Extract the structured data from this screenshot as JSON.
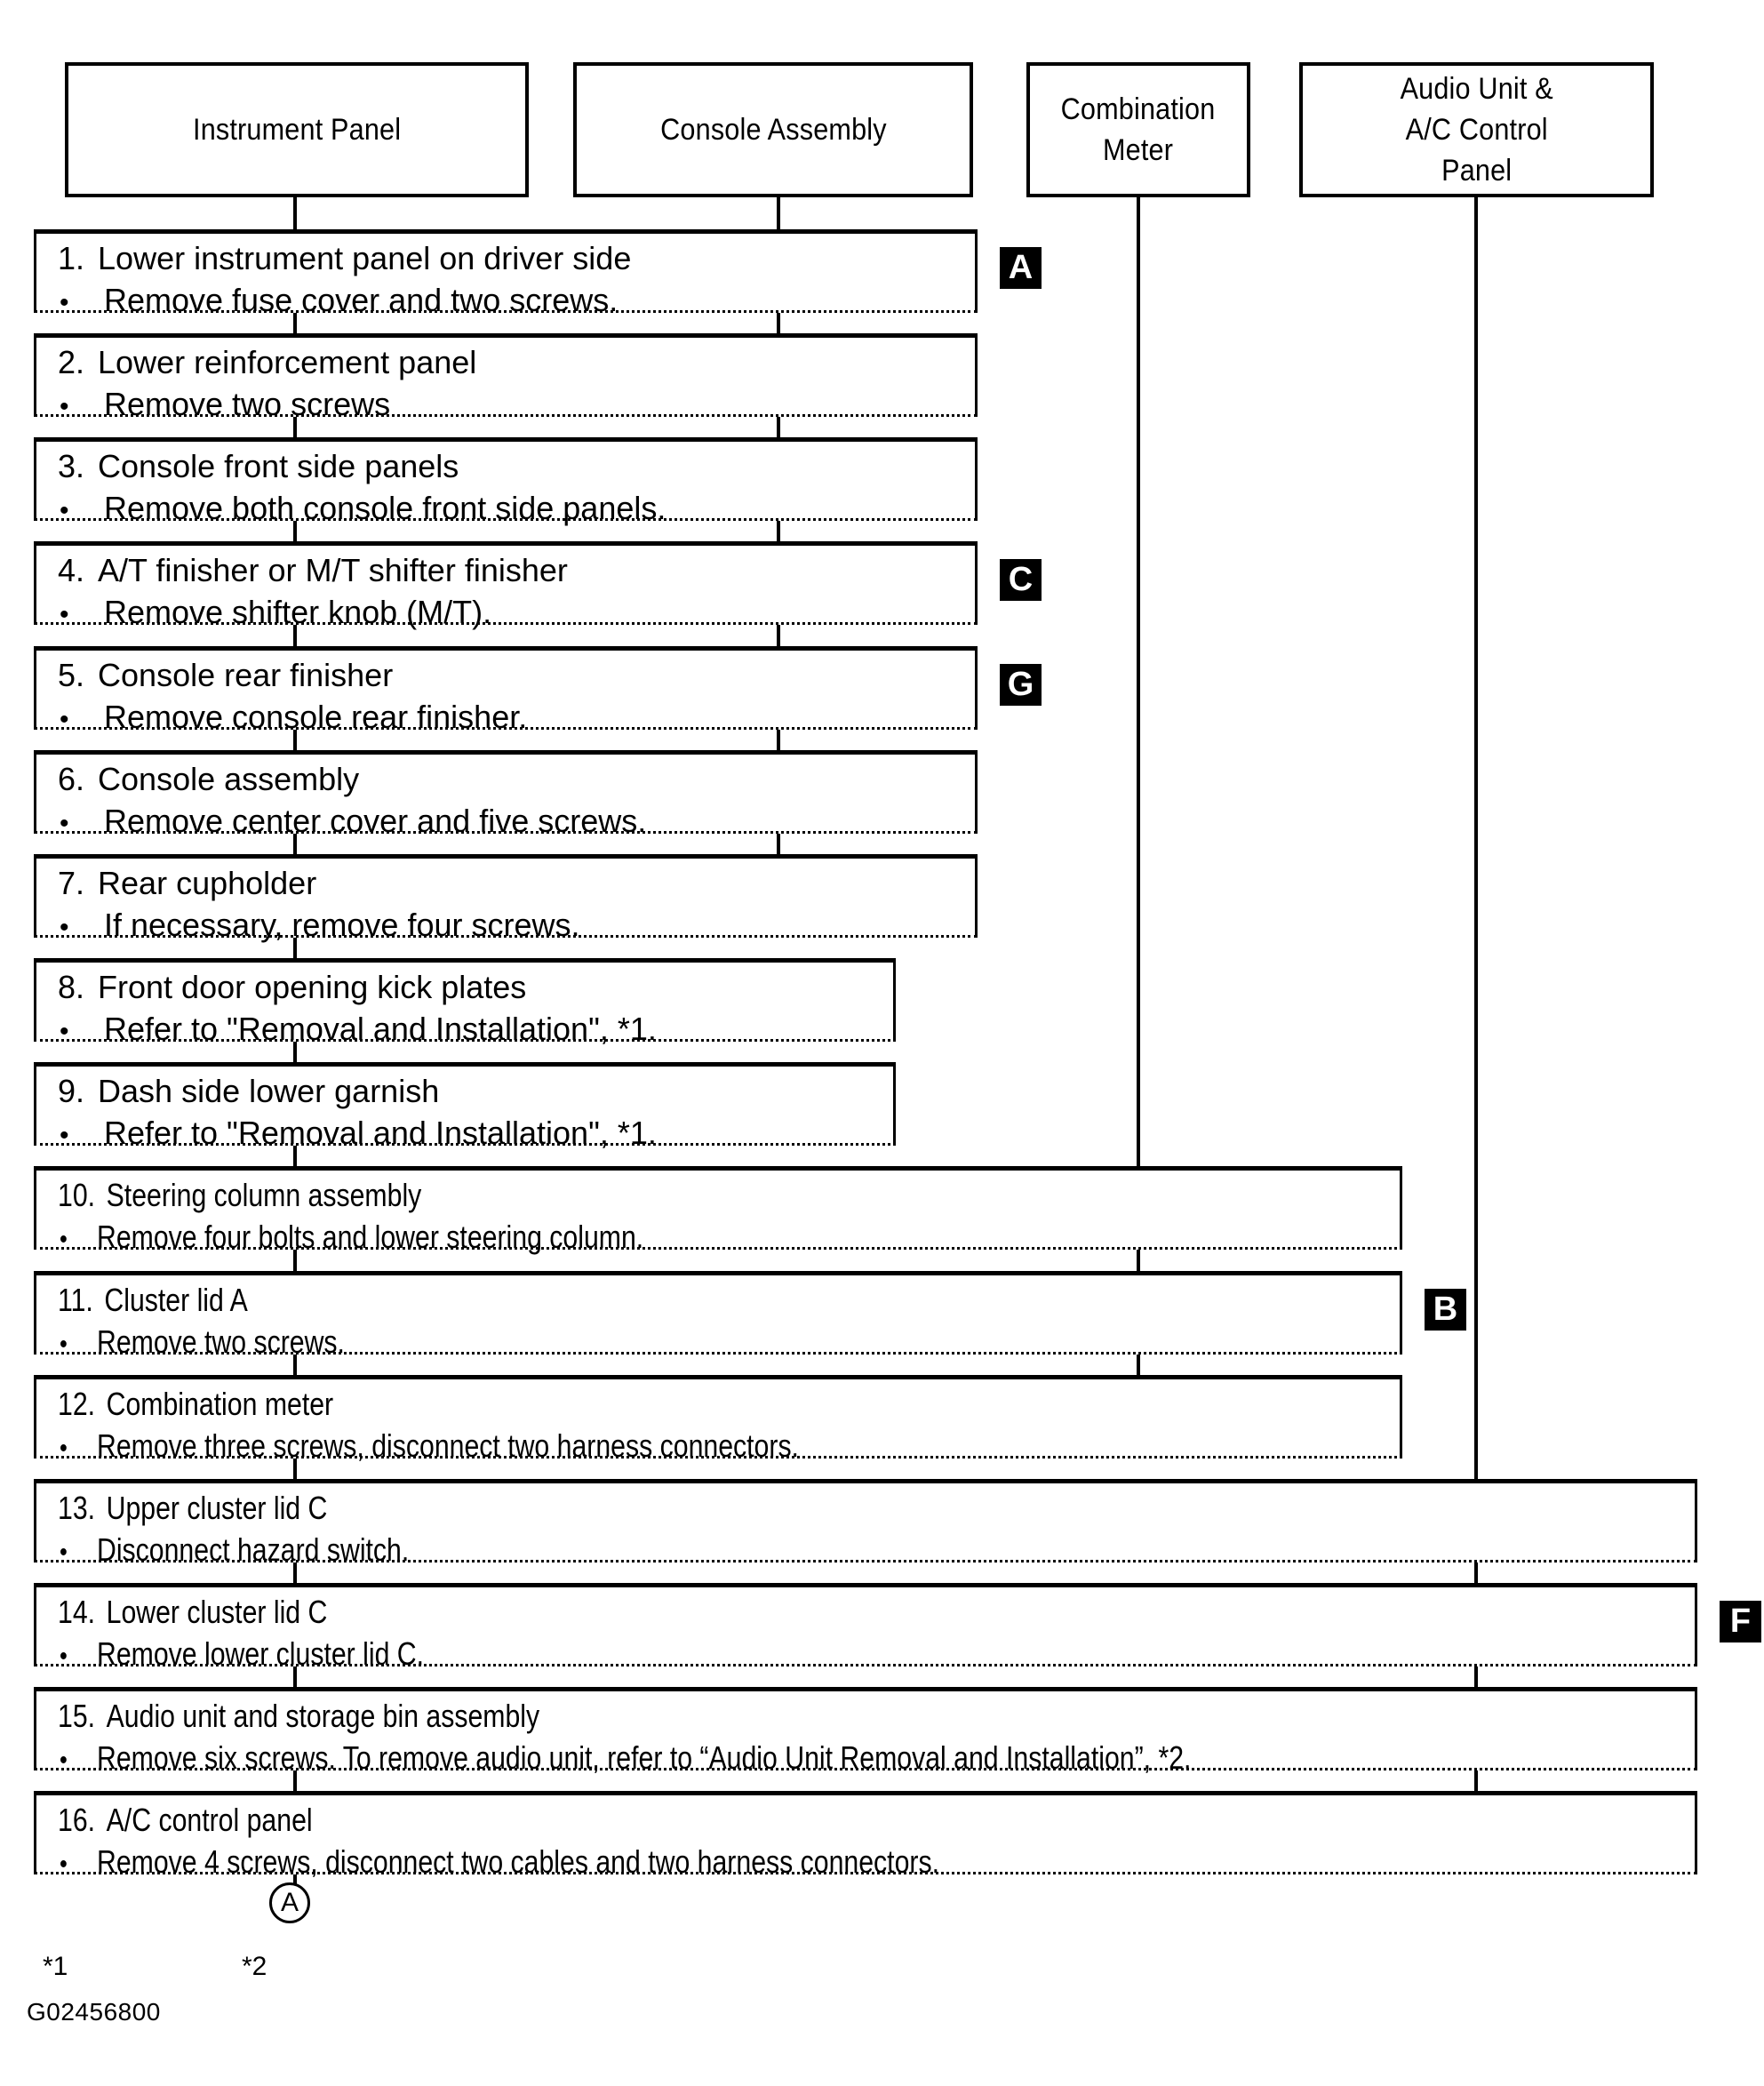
{
  "figure_id": "G02456800",
  "bullet_char": "•",
  "connector": {
    "label": "A"
  },
  "footnotes": [
    "*1",
    "*2"
  ],
  "headers": [
    {
      "label": "Instrument Panel"
    },
    {
      "label": "Console Assembly"
    },
    {
      "label": "Combination\nMeter"
    },
    {
      "label": "Audio Unit &\nA/C Control\nPanel"
    }
  ],
  "steps": [
    {
      "num": "1.",
      "title": "Lower instrument panel on driver side",
      "detail": "Remove fuse cover and two screws.",
      "badge": "A"
    },
    {
      "num": "2.",
      "title": "Lower reinforcement panel",
      "detail": "Remove two screws",
      "badge": null
    },
    {
      "num": "3.",
      "title": "Console front side panels",
      "detail": "Remove both console front side panels.",
      "badge": null
    },
    {
      "num": "4.",
      "title": "A/T finisher or M/T shifter finisher",
      "detail": "Remove shifter knob (M/T).",
      "badge": "C"
    },
    {
      "num": "5.",
      "title": "Console rear finisher",
      "detail": "Remove console rear finisher.",
      "badge": "G"
    },
    {
      "num": "6.",
      "title": "Console assembly",
      "detail": "Remove center cover and five screws.",
      "badge": null
    },
    {
      "num": "7.",
      "title": "Rear cupholder",
      "detail": "If necessary, remove four screws.",
      "badge": null
    },
    {
      "num": "8.",
      "title": "Front door opening kick plates",
      "detail": "Refer to \"Removal and Installation\", *1.",
      "badge": null
    },
    {
      "num": "9.",
      "title": "Dash side lower garnish",
      "detail": "Refer to \"Removal and Installation\", *1.",
      "badge": null
    },
    {
      "num": "10.",
      "title": "Steering column assembly",
      "detail": "Remove four bolts and lower steering column.",
      "badge": null
    },
    {
      "num": "11.",
      "title": "Cluster lid A",
      "detail": "Remove two screws.",
      "badge": "B"
    },
    {
      "num": "12.",
      "title": "Combination meter",
      "detail": "Remove three screws, disconnect two harness connectors.",
      "badge": null
    },
    {
      "num": "13.",
      "title": "Upper cluster lid C",
      "detail": "Disconnect hazard switch.",
      "badge": null
    },
    {
      "num": "14.",
      "title": "Lower cluster lid C",
      "detail": "Remove lower cluster lid C.",
      "badge": "F"
    },
    {
      "num": "15.",
      "title": "Audio unit and storage bin assembly",
      "detail": "Remove six screws. To remove audio unit, refer to “Audio Unit Removal and Installation”, *2.",
      "badge": null
    },
    {
      "num": "16.",
      "title": "A/C control panel",
      "detail": "Remove 4 screws, disconnect two cables and two harness connectors.",
      "badge": null
    }
  ]
}
